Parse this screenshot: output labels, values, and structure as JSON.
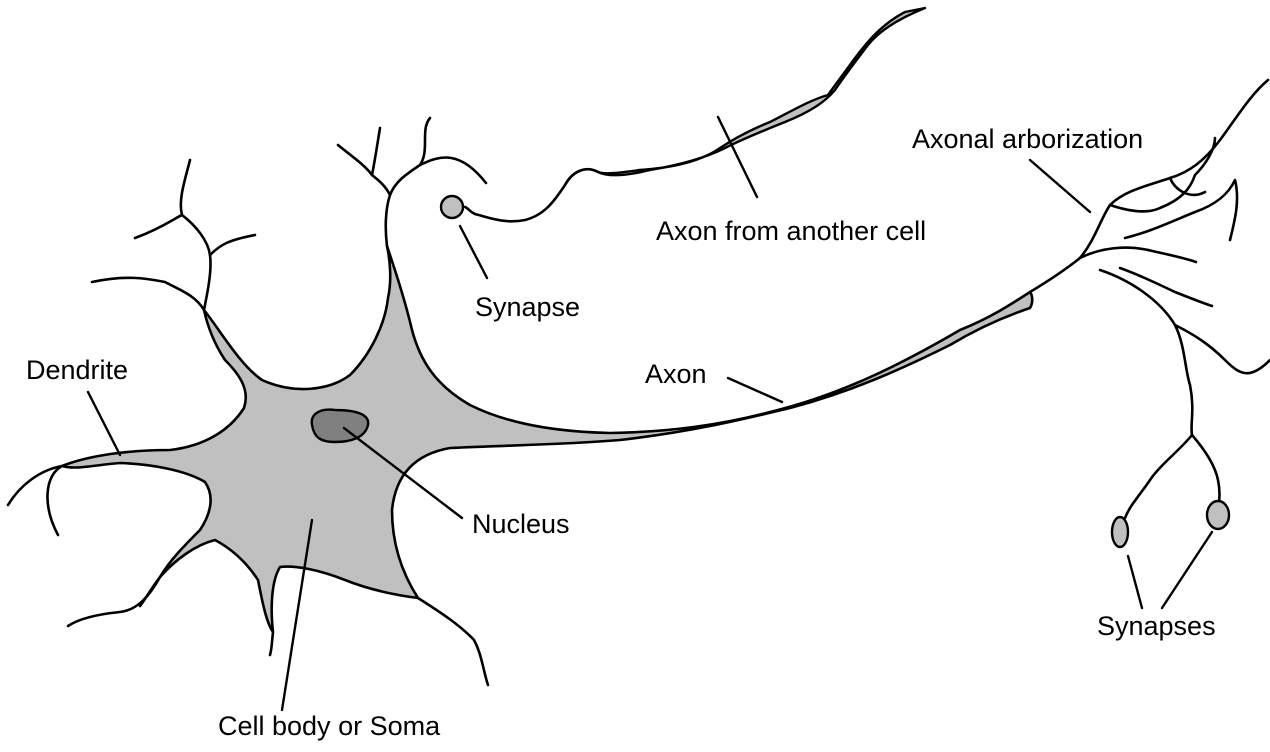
{
  "labels": {
    "axon_from_another_cell": "Axon from another cell",
    "axonal_arborization": "Axonal arborization",
    "synapse": "Synapse",
    "dendrite": "Dendrite",
    "axon": "Axon",
    "nucleus": "Nucleus",
    "synapses": "Synapses",
    "cell_body": "Cell body or Soma"
  },
  "colors": {
    "cytoplasm": "#c0c0c0",
    "nucleus": "#808080",
    "outline": "#000000"
  }
}
